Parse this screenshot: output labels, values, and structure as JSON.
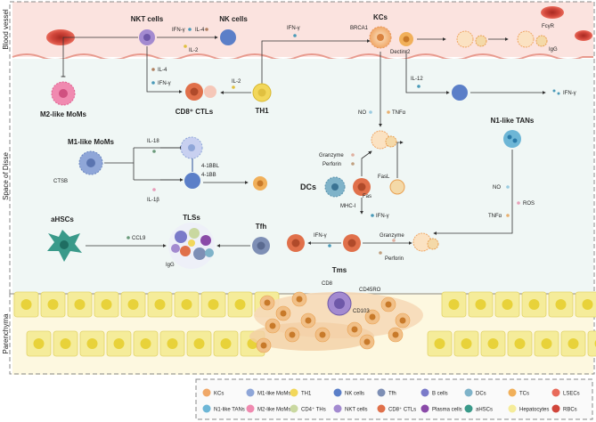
{
  "regions": {
    "blood_vessel": "Blood vessel",
    "space_of_disse": "Space of Disse",
    "parenchyma": "Parenchyma"
  },
  "cells": {
    "nkt": "NKT cells",
    "nk": "NK cells",
    "kcs": "KCs",
    "m2_momos": "M2-like MoMs",
    "cd8_ctls": "CD8⁺ CTLs",
    "th1": "TH1",
    "m1_momos": "M1-like MoMs",
    "n1_tans": "N1-like TANs",
    "dcs": "DCs",
    "ahscs": "aHSCs",
    "tlss": "TLSs",
    "tfh": "Tfh",
    "tms": "Tms"
  },
  "molecules": {
    "ifn_g": "IFN-γ",
    "il4": "IL-4",
    "il2": "IL-2",
    "brca1": "BRCA1",
    "fcgr": "FcγR",
    "igg": "IgG",
    "dectin2": "Dectin-2",
    "il12": "IL-12",
    "no": "NO",
    "tnfa": "TNFα",
    "il18": "IL-18",
    "il1b": "IL-1β",
    "ctsb": "CTSB",
    "bbl": "4-1BBL",
    "bb": "4-1BB",
    "granzyme": "Granzyme",
    "perforin": "Perforin",
    "fasl": "FasL",
    "fas": "Fas",
    "mhc": "MHC-I",
    "ros": "ROS",
    "ccl9": "CCL9",
    "cd8": "CD8",
    "cd45ro": "CD45RO",
    "cd103": "CD103"
  },
  "legend": [
    {
      "label": "KCs",
      "icon": "kc-icon",
      "color": "#f0a868"
    },
    {
      "label": "M1-like MoMs",
      "icon": "m1-icon",
      "color": "#8fa6d8"
    },
    {
      "label": "TH1",
      "icon": "th1-icon",
      "color": "#f2d75a"
    },
    {
      "label": "NK cells",
      "icon": "nk-icon",
      "color": "#5b7fc8"
    },
    {
      "label": "Tfh",
      "icon": "tfh-icon",
      "color": "#7e8fb5"
    },
    {
      "label": "B cells",
      "icon": "bcell-icon",
      "color": "#7a7ac9"
    },
    {
      "label": "DCs",
      "icon": "dc-icon",
      "color": "#7fb3c9"
    },
    {
      "label": "TCs",
      "icon": "tc-icon",
      "color": "#f1b05a"
    },
    {
      "label": "LSECs",
      "icon": "lsec-icon",
      "color": "#e86a5a"
    },
    {
      "label": "N1-like TANs",
      "icon": "n1-icon",
      "color": "#6db6d6"
    },
    {
      "label": "M2-like MoMs",
      "icon": "m2-icon",
      "color": "#f08ab0"
    },
    {
      "label": "CD4⁺ THs",
      "icon": "cd4-icon",
      "color": "#c9d8a0"
    },
    {
      "label": "NKT cells",
      "icon": "nkt-icon",
      "color": "#a38ad0"
    },
    {
      "label": "CD8⁺ CTLs",
      "icon": "cd8-icon",
      "color": "#e0704a"
    },
    {
      "label": "Plasma cells",
      "icon": "plasma-icon",
      "color": "#8a4aa8"
    },
    {
      "label": "aHSCs",
      "icon": "ahsc-icon",
      "color": "#3a9a8a"
    },
    {
      "label": "Hepatocytes",
      "icon": "hep-icon",
      "color": "#f5ec9a"
    },
    {
      "label": "RBCs",
      "icon": "rbc-icon",
      "color": "#d0453a"
    }
  ]
}
